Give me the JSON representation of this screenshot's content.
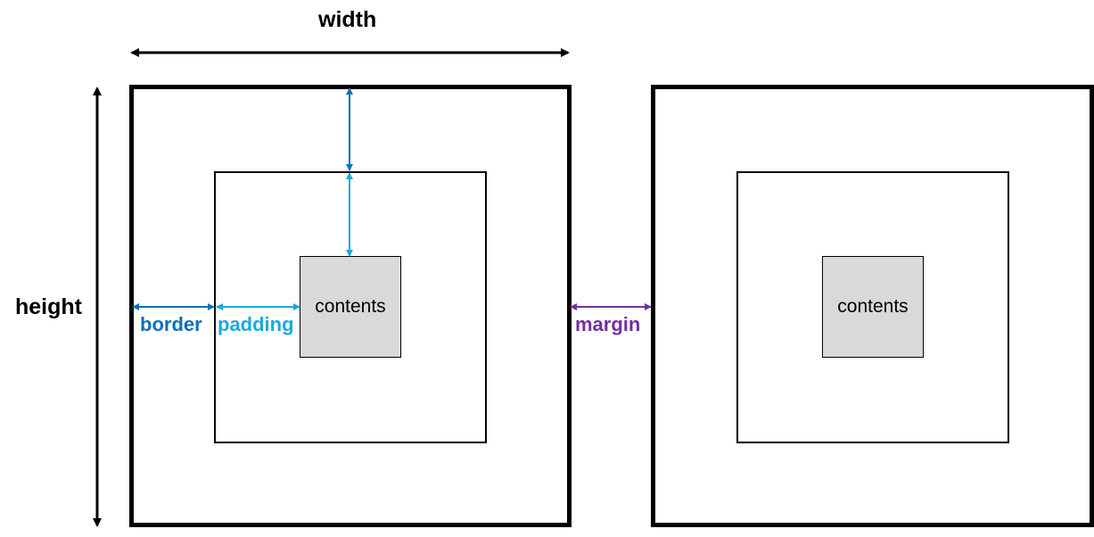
{
  "labels": {
    "width": "width",
    "height": "height",
    "border": "border",
    "padding": "padding",
    "margin": "margin",
    "contents_left": "contents",
    "contents_right": "contents"
  },
  "colors": {
    "border": "#0e6fb8",
    "padding": "#1ba9df",
    "margin": "#7030a0",
    "contents_fill": "#d9d9d9",
    "line": "#000000"
  }
}
